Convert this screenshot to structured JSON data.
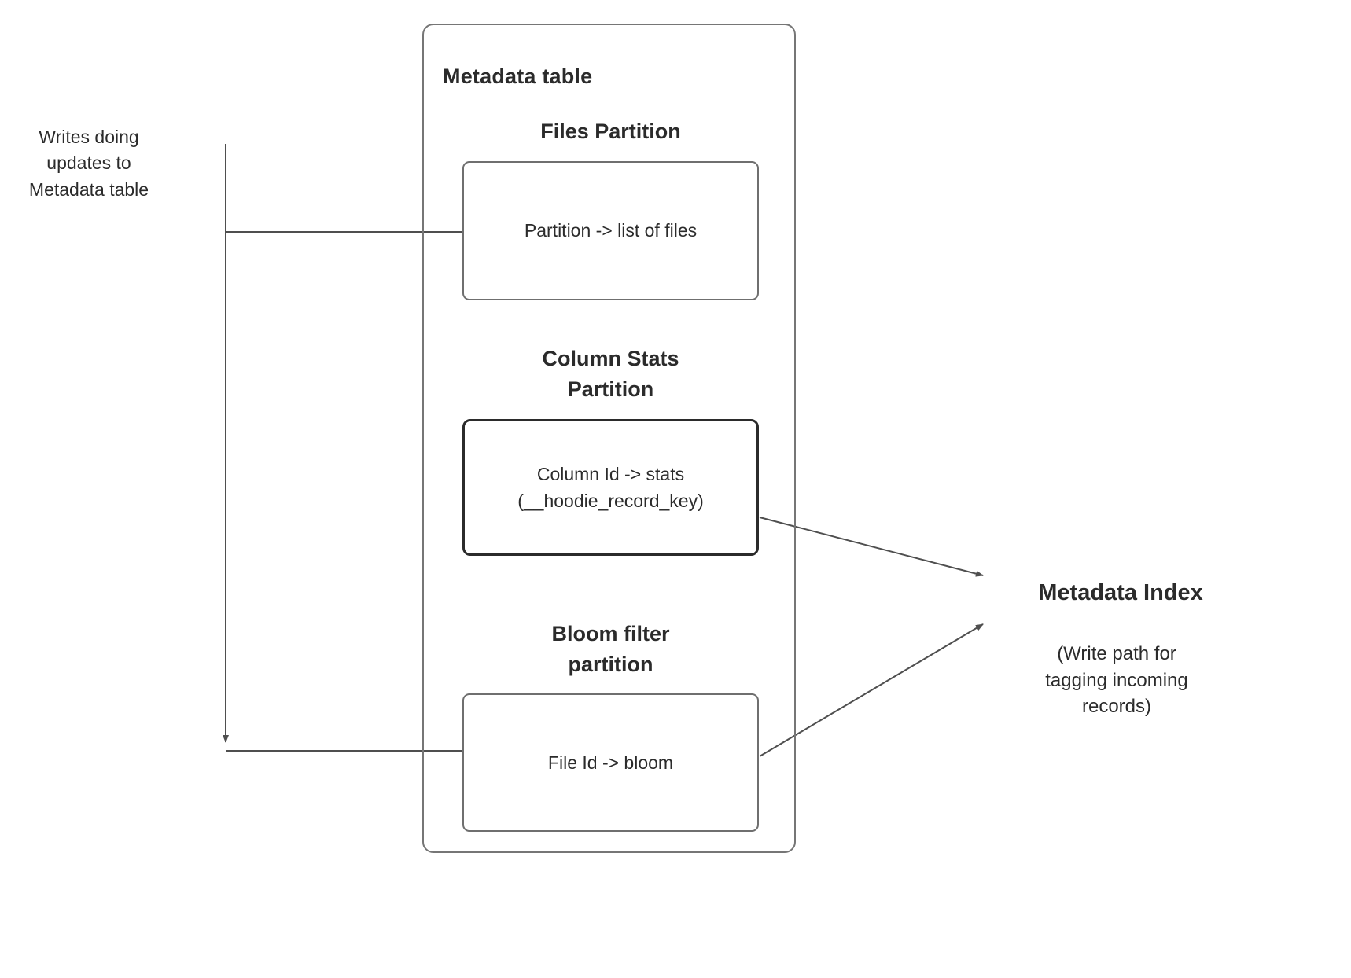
{
  "diagram": {
    "outer_title": "Metadata table",
    "left_note": "Writes doing\nupdates to\nMetadata table",
    "sections": [
      {
        "title": "Files Partition",
        "body": "Partition -> list of files"
      },
      {
        "title": "Column Stats\nPartition",
        "body": "Column Id  -> stats\n(__hoodie_record_key)"
      },
      {
        "title": "Bloom filter\npartition",
        "body": "File Id -> bloom"
      }
    ],
    "index": {
      "title": "Metadata Index",
      "note": "(Write path for\ntagging incoming\nrecords)"
    }
  }
}
